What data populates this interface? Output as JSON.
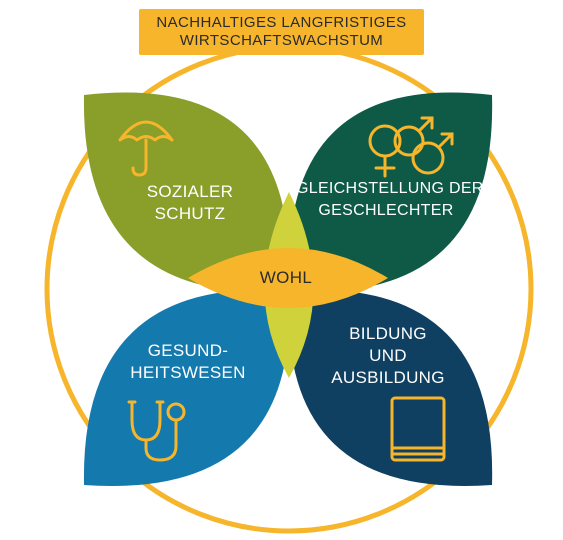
{
  "title": {
    "line1": "NACHHALTIGES LANGFRISTIGES",
    "line2": "WIRTSCHAFTSWACHSTUM"
  },
  "center": {
    "label": "WOHL"
  },
  "petals": {
    "top_left": {
      "line1": "SOZIALER",
      "line2": "SCHUTZ",
      "icon": "umbrella-icon",
      "color": "#8a9e2a"
    },
    "top_right": {
      "line1": "GLEICHSTELLUNG DER",
      "line2": "GESCHLECHTER",
      "icon": "gender-symbols-icon",
      "color": "#0e5a47"
    },
    "bottom_left": {
      "line1": "GESUND-",
      "line2": "HEITSWESEN",
      "icon": "stethoscope-icon",
      "color": "#1479ad"
    },
    "bottom_right": {
      "line1": "BILDUNG",
      "line2": "UND",
      "line3": "AUSBILDUNG",
      "icon": "book-icon",
      "color": "#0f3f61"
    }
  },
  "colors": {
    "accent": "#f6b52b",
    "overlap": "#cfd23a",
    "ring": "#f6b52b"
  }
}
